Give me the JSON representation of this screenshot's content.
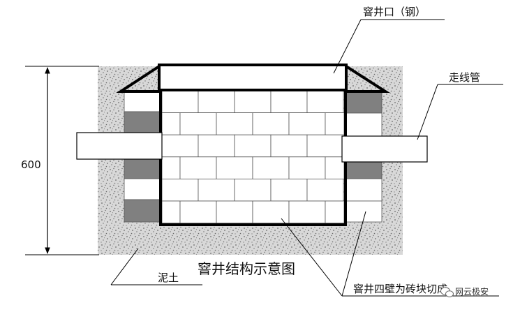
{
  "diagram": {
    "labels": {
      "well_mouth": "窨井口（钢）",
      "conduit": "走线管",
      "height": "600",
      "soil": "泥土",
      "walls": "窨井四壁为砖块切成",
      "title": "窨井结构示意图"
    },
    "watermark": {
      "text": "网云极安"
    },
    "colors": {
      "line": "#000000",
      "brick_dark": "#808080",
      "brick_light": "#ffffff",
      "soil_bg": "#d8d8d8",
      "soil_dot": "#6a6a6a"
    }
  }
}
